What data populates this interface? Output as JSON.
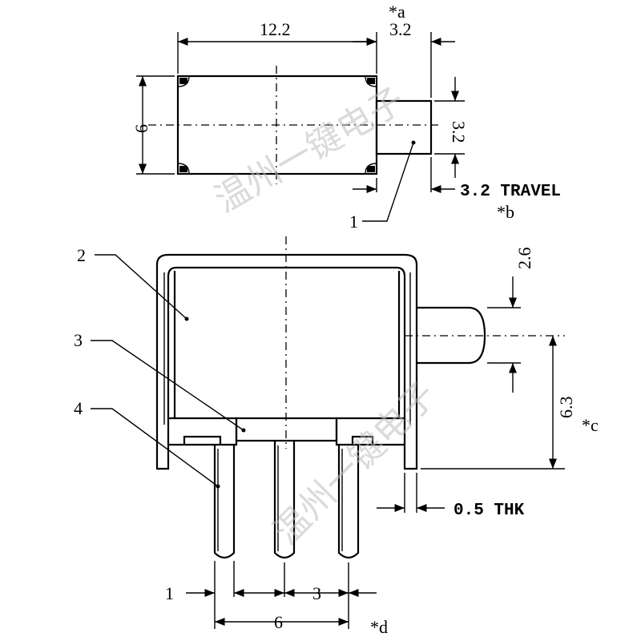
{
  "top_view": {
    "dim_length": "12.2",
    "dim_actuator_width": "3.2",
    "dim_height": "6",
    "dim_actuator_height": "3.2",
    "travel": "3.2 TRAVEL",
    "part_label_1": "1"
  },
  "side_view": {
    "part_label_2": "2",
    "part_label_3": "3",
    "part_label_4": "4",
    "dim_actuator_offset": "2.6",
    "dim_actuator_to_base": "6.3",
    "dim_thickness": "0.5 THK",
    "dim_pin_width": "1",
    "dim_pin_pitch": "3",
    "dim_pin_span": "6"
  },
  "notes": {
    "a": "*a",
    "b": "*b",
    "c": "*c",
    "d": "*d"
  },
  "watermark": "温州一键电子"
}
